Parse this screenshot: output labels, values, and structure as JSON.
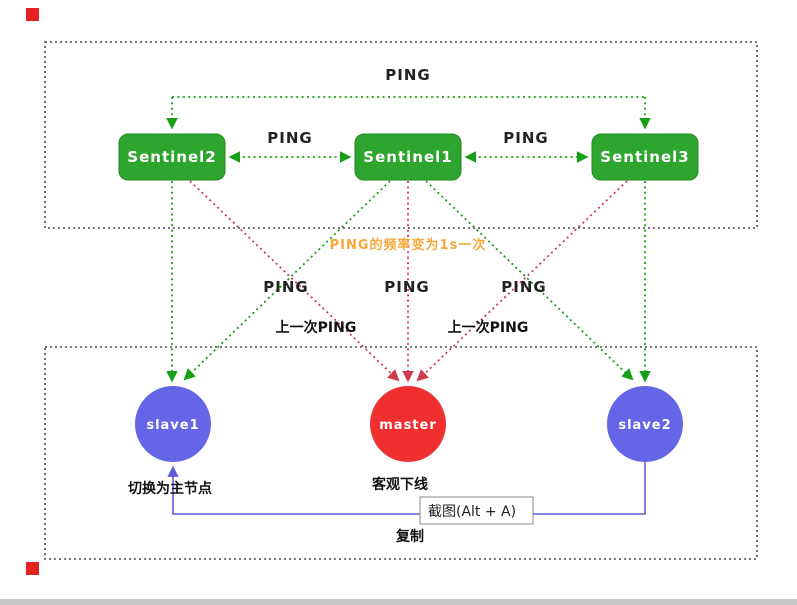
{
  "top_region": {
    "ping_top_label": "PING",
    "ping_s2_s1_label": "PING",
    "ping_s1_s3_label": "PING",
    "sentinels": [
      {
        "label": "Sentinel2"
      },
      {
        "label": "Sentinel1"
      },
      {
        "label": "Sentinel3"
      }
    ]
  },
  "middle_region": {
    "frequency_note": "PING的频率变为1s一次",
    "ping_labels": [
      "PING",
      "PING",
      "PING"
    ],
    "last_ping_labels": [
      "上一次PING",
      "上一次PING"
    ]
  },
  "bottom_region": {
    "nodes": [
      {
        "label": "slave1",
        "color": "#6565e8"
      },
      {
        "label": "master",
        "color": "#f03030"
      },
      {
        "label": "slave2",
        "color": "#6565e8"
      }
    ],
    "switch_to_master_label": "切换为主节点",
    "objective_offline_label": "客观下线",
    "replication_label": "复制",
    "screenshot_tooltip": "截图(Alt + A)"
  },
  "colors": {
    "sentinel_green": "#2ea52e",
    "edge_green": "#17a017",
    "edge_red": "#cf3a4e",
    "edge_blue": "#5b5bdc",
    "note_orange": "#f5a93a"
  }
}
